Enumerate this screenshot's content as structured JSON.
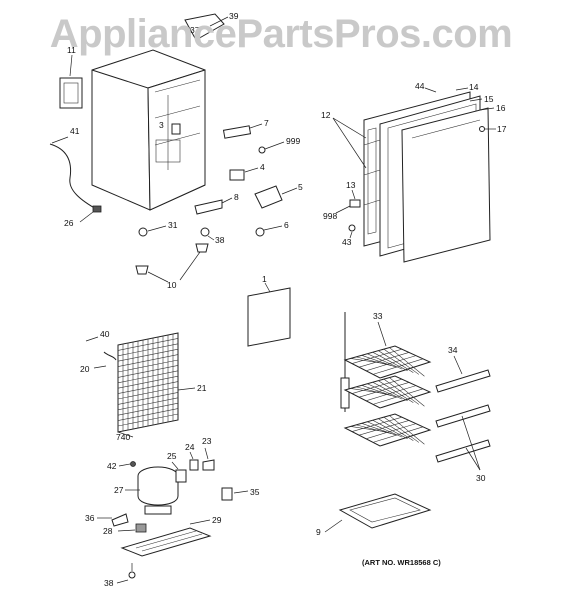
{
  "watermark": "AppliancePartsPros.com",
  "art_number": "(ART NO. WR18568 C)",
  "callouts": {
    "c1": "1",
    "c3": "3",
    "c4": "4",
    "c5": "5",
    "c6": "6",
    "c7": "7",
    "c8": "8",
    "c9": "9",
    "c10": "10",
    "c11": "11",
    "c12": "12",
    "c13": "13",
    "c14": "14",
    "c15": "15",
    "c16": "16",
    "c17": "17",
    "c20": "20",
    "c21": "21",
    "c23": "23",
    "c24": "24",
    "c25": "25",
    "c26": "26",
    "c27": "27",
    "c28": "28",
    "c29": "29",
    "c30": "30",
    "c31": "31",
    "c33": "33",
    "c34": "34",
    "c35": "35",
    "c36": "36",
    "c37": "37",
    "c38a": "38",
    "c38b": "38",
    "c39": "39",
    "c40": "40",
    "c41": "41",
    "c42": "42",
    "c43": "43",
    "c44": "44",
    "c740": "740",
    "c998": "998",
    "c999": "999"
  }
}
